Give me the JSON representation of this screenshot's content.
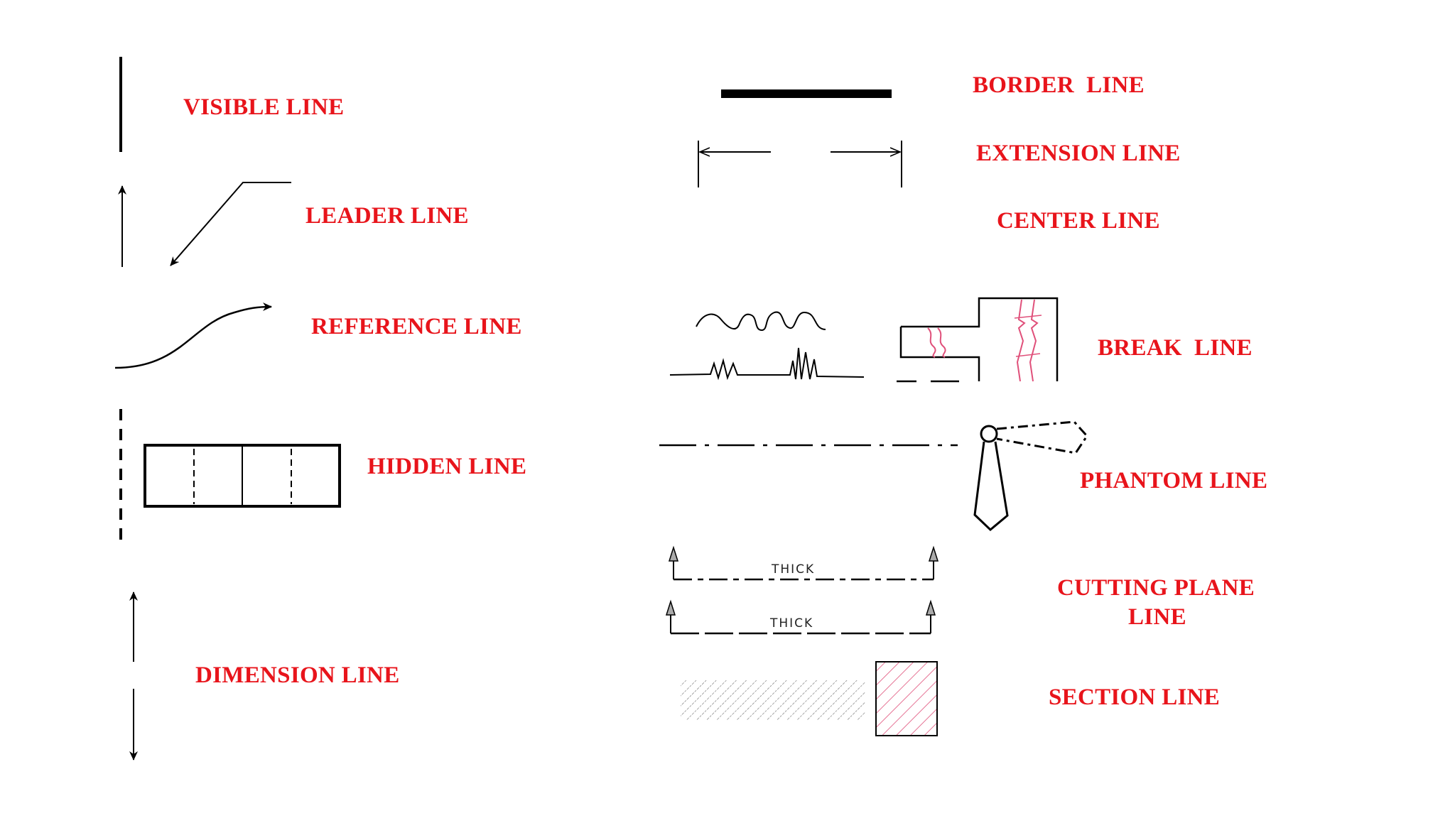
{
  "labels": {
    "visible": "VISIBLE LINE",
    "leader": "LEADER LINE",
    "reference": "REFERENCE LINE",
    "hidden": "HIDDEN LINE",
    "dimension": "DIMENSION LINE",
    "border": "BORDER  LINE",
    "extension": "EXTENSION LINE",
    "center": "CENTER LINE",
    "break": "BREAK  LINE",
    "phantom": "PHANTOM LINE",
    "cutting_line1": "CUTTING PLANE",
    "cutting_line2": "LINE",
    "section": "SECTION LINE"
  },
  "cutting_plane": {
    "thick_1": "THICK",
    "thick_2": "THICK"
  },
  "colors": {
    "label": "#e8141b",
    "stroke": "#000000",
    "accent_pink": "#e0507a"
  }
}
